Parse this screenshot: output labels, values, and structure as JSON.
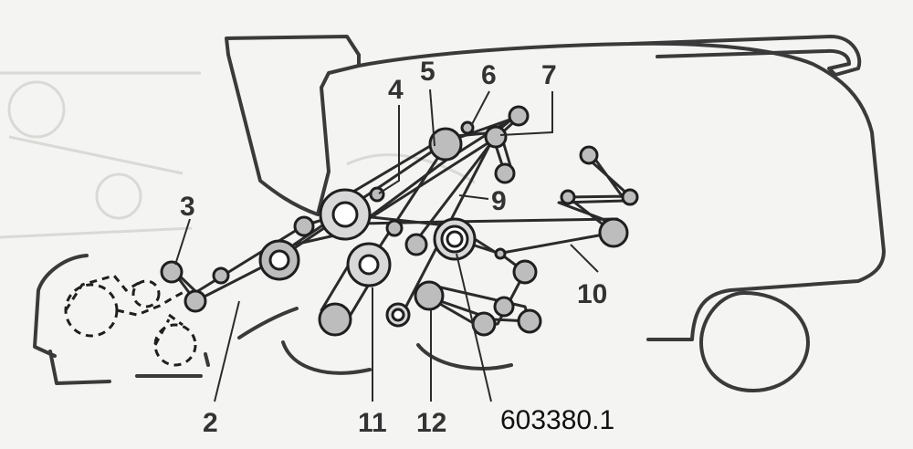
{
  "labels": {
    "l2": "2",
    "l3": "3",
    "l4": "4",
    "l5": "5",
    "l6": "6",
    "l7": "7",
    "l9": "9",
    "l10": "10",
    "l11": "11",
    "l12": "12"
  },
  "reference": "603380.1",
  "colors": {
    "line": "#2b2b2b",
    "pulley_fill": "#bdbdbd",
    "background": "#f4f4f2"
  }
}
